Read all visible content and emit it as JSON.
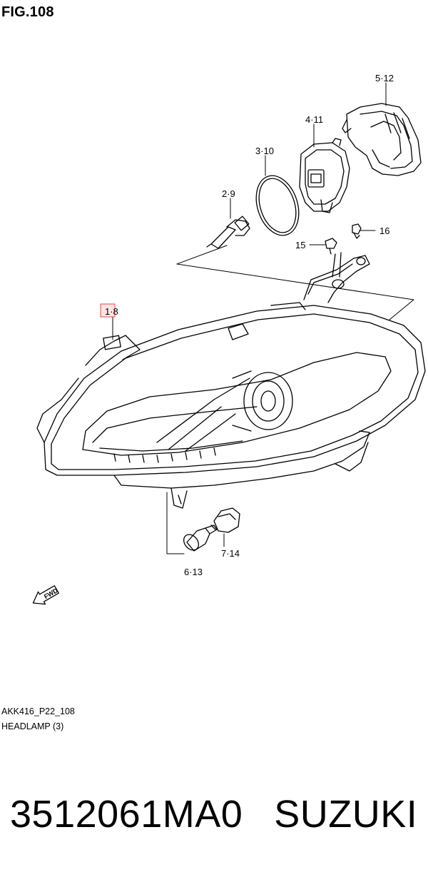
{
  "figure": {
    "title": "FIG.108",
    "code": "AKK416_P22_108",
    "caption": "HEADLAMP (3)"
  },
  "callouts": [
    {
      "id": "c1",
      "label": "1·8"
    },
    {
      "id": "c2",
      "label": "2·9"
    },
    {
      "id": "c3",
      "label": "3·10"
    },
    {
      "id": "c4",
      "label": "4·11"
    },
    {
      "id": "c5",
      "label": "5·12"
    },
    {
      "id": "c6",
      "label": "6·13"
    },
    {
      "id": "c7",
      "label": "7·14"
    },
    {
      "id": "c15",
      "label": "15"
    },
    {
      "id": "c16",
      "label": "16"
    }
  ],
  "orientation": {
    "icon": "fwd-arrow-icon",
    "label": "FWD"
  },
  "banner": {
    "part_number": "3512061MA0",
    "brand": "SUZUKI"
  },
  "colors": {
    "highlight_box": "#e6474d",
    "highlight_fill": "#fde4e4",
    "line": "#000000"
  }
}
